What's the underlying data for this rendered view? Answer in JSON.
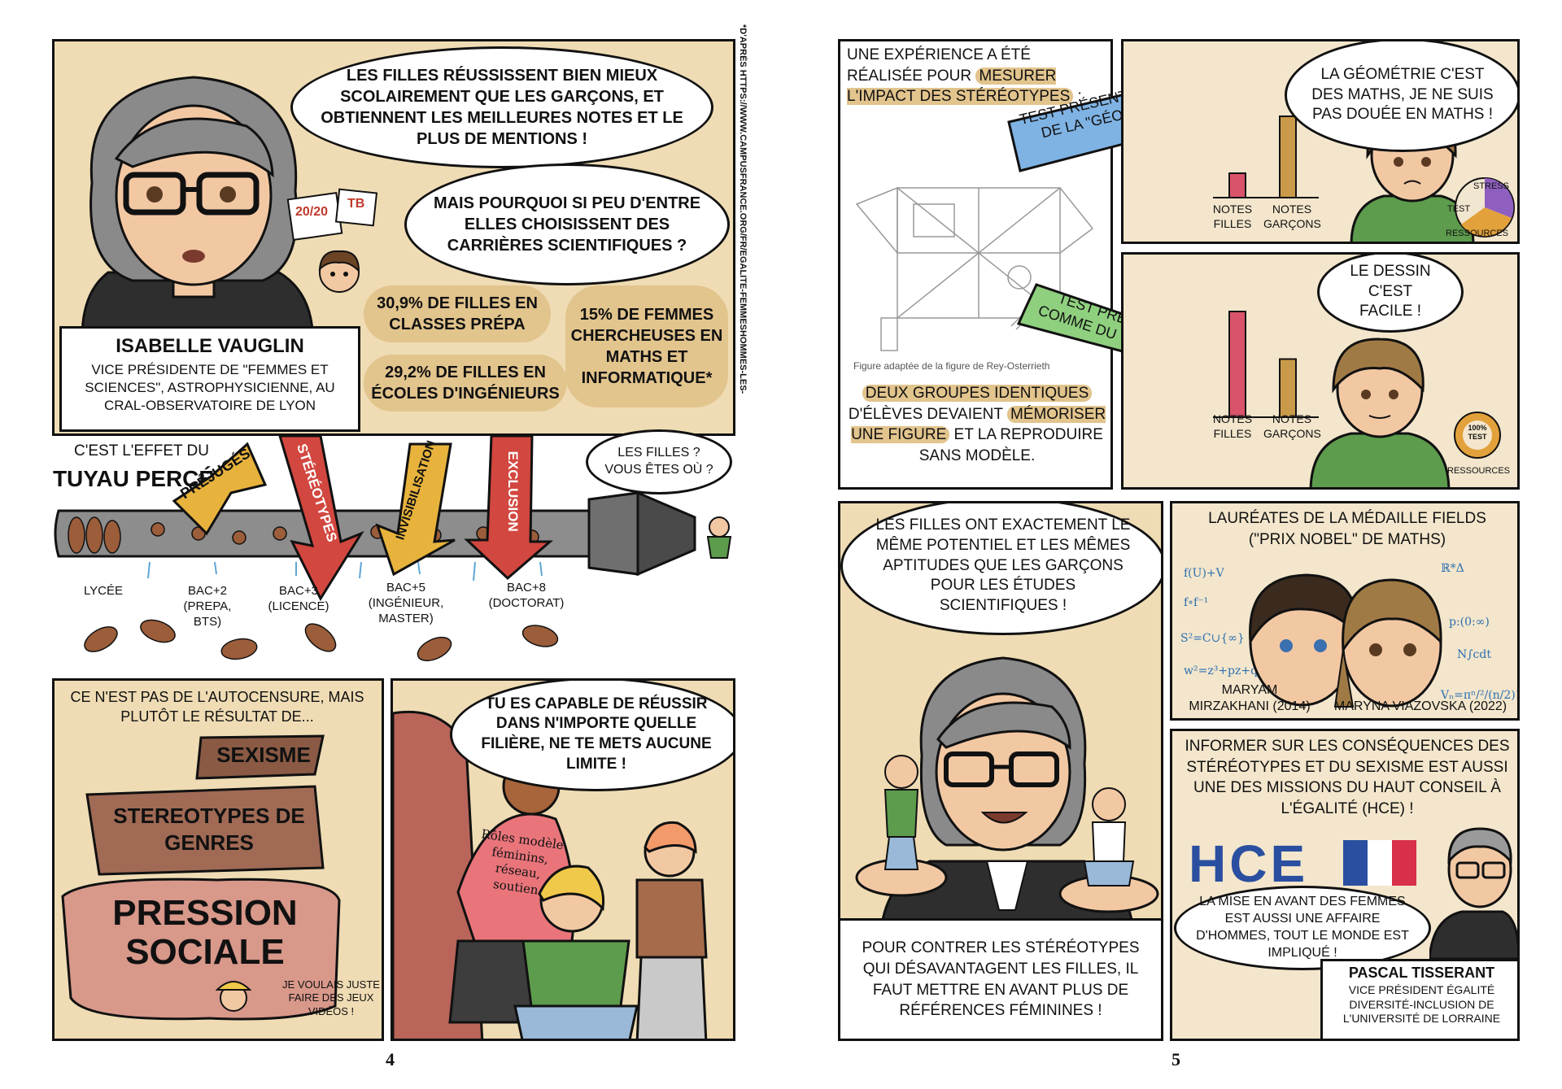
{
  "page_numbers": {
    "left": "4",
    "right": "5"
  },
  "side_source": "*D'APRÈS HTTPS://WWW.CAMPUSFRANCE.ORG/FR/EGALITE-FEMMESHOMMES-LES-ENGAGEMENTS-DE-L-ENSEIGNEMENT-SUPERIEUR-DE-LA-RECHERCHE-ET-DE-L-INNOVATION",
  "p1": {
    "bubble1": "LES FILLES RÉUSSISSENT BIEN MIEUX SCOLAIREMENT QUE LES GARÇONS, ET OBTIENNENT LES MEILLEURES NOTES ET LE PLUS DE MENTIONS !",
    "bubble2": "MAIS POURQUOI SI PEU D'ENTRE ELLES CHOISISSENT DES CARRIÈRES SCIENTIFIQUES ?",
    "grade": "20/20",
    "mention": "TB",
    "name": "ISABELLE VAUGLIN",
    "role": "VICE PRÉSIDENTE DE \"FEMMES ET SCIENCES\", ASTROPHYSICIENNE, AU CRAL-OBSERVATOIRE DE LYON",
    "stat1": "30,9% DE FILLES EN CLASSES PRÉPA",
    "stat2": "29,2% DE FILLES EN ÉCOLES D'INGÉNIEURS",
    "stat3": "15% DE FEMMES CHERCHEUSES EN MATHS ET INFORMATIQUE*"
  },
  "pipe": {
    "caption_line1": "C'EST L'EFFET DU",
    "caption_line2": "TUYAU PERCÉ",
    "arrows": [
      "PRÉJUGÉS",
      "STÉRÉOTYPES",
      "INVISIBILISATION",
      "EXCLUSION"
    ],
    "bubble": "LES FILLES ? VOUS ÊTES OÙ ?",
    "stages": [
      "LYCÉE",
      "BAC+2 (PREPA, BTS)",
      "BAC+3 (LICENCE)",
      "BAC+5 (INGÉNIEUR, MASTER)",
      "BAC+8 (DOCTORAT)"
    ]
  },
  "p2": {
    "caption": "CE N'EST PAS DE L'AUTOCENSURE, MAIS PLUTÔT LE RÉSULTAT DE...",
    "sign1": "SEXISME",
    "sign2": "STEREOTYPES DE GENRES",
    "rock": "PRESSION SOCIALE",
    "small": "JE VOULAIS JUSTE FAIRE DES JEUX VIDÉOS !"
  },
  "p3": {
    "bubble": "TU ES CAPABLE DE RÉUSSIR DANS N'IMPORTE QUELLE FILIÈRE, NE TE METS AUCUNE LIMITE !",
    "shirt": "Rôles modèle féminins, réseau, soutien"
  },
  "p4": {
    "caption_a": "UNE EXPÉRIENCE A ÉTÉ RÉALISÉE POUR",
    "caption_hl": "MESURER L'IMPACT DES STÉRÉOTYPES",
    "caption_end": " :",
    "arrow_geo": "TEST PRÉSENTÉ COMME DE LA \"GÉOMÉTRIE\"",
    "arrow_dessin": "TEST PRÉSENTÉ COMME DU \"DESSIN\"",
    "figure_caption": "Figure adaptée de la figure de Rey-Osterrieth",
    "bottom_hl1": "DEUX GROUPES IDENTIQUES",
    "bottom_a": "D'ÉLÈVES DEVAIENT",
    "bottom_hl2": "MÉMORISER UNE FIGURE",
    "bottom_b": "ET LA REPRODUIRE SANS MODÈLE."
  },
  "p5": {
    "bubble": "LA GÉOMÉTRIE C'EST DES MATHS, JE NE SUIS PAS DOUÉE EN MATHS !",
    "bar_label_f": "NOTES FILLES",
    "bar_label_g": "NOTES GARÇONS",
    "pie_labels": [
      "STRESS",
      "TEST",
      "RESSOURCES"
    ],
    "chart_data": {
      "type": "bar",
      "categories": [
        "NOTES FILLES",
        "NOTES GARÇONS"
      ],
      "values": [
        0.3,
        1.0
      ]
    }
  },
  "p6": {
    "bubble": "LE DESSIN C'EST FACILE !",
    "bar_label_f": "NOTES FILLES",
    "bar_label_g": "NOTES GARÇONS",
    "badge": "100% TEST",
    "resources": "RESSOURCES",
    "chart_data": {
      "type": "bar",
      "categories": [
        "NOTES FILLES",
        "NOTES GARÇONS"
      ],
      "values": [
        1.0,
        0.55
      ]
    }
  },
  "p7": {
    "bubble": "LES FILLES ONT EXACTEMENT LE MÊME POTENTIEL ET LES MÊMES APTITUDES QUE LES GARÇONS POUR LES ÉTUDES SCIENTIFIQUES !",
    "caption": "POUR CONTRER LES STÉRÉOTYPES QUI DÉSAVANTAGENT LES FILLES, IL FAUT METTRE EN AVANT PLUS DE RÉFÉRENCES FÉMININES !"
  },
  "p8": {
    "title": "LAURÉATES DE LA MÉDAILLE FIELDS (\"PRIX NOBEL\" DE MATHS)",
    "name1": "MARYAM MIRZAKHANI (2014)",
    "name2": "MARYNA VIAZOVSKA (2022)"
  },
  "p9": {
    "caption": "INFORMER SUR LES CONSÉQUENCES DES STÉRÉOTYPES ET DU SEXISME EST AUSSI UNE DES MISSIONS DU HAUT CONSEIL À L'ÉGALITÉ (HCE) !",
    "logo": "HCE",
    "bubble": "LA MISE EN AVANT DES FEMMES EST AUSSI UNE AFFAIRE D'HOMMES, TOUT LE MONDE EST IMPLIQUÉ !",
    "name": "PASCAL TISSERANT",
    "role": "VICE PRÉSIDENT ÉGALITÉ DIVERSITÉ-INCLUSION DE L'UNIVERSITÉ DE LORRAINE"
  },
  "colors": {
    "panel_bg": "#efdcb4",
    "pill": "#e2c48d",
    "arrow_orange": "#e8b33c",
    "arrow_red": "#d2473f",
    "arrow_blue": "#7fb3e4",
    "arrow_green": "#8fd07f",
    "bar_pink": "#d9546b",
    "bar_tan": "#c99a4a"
  }
}
